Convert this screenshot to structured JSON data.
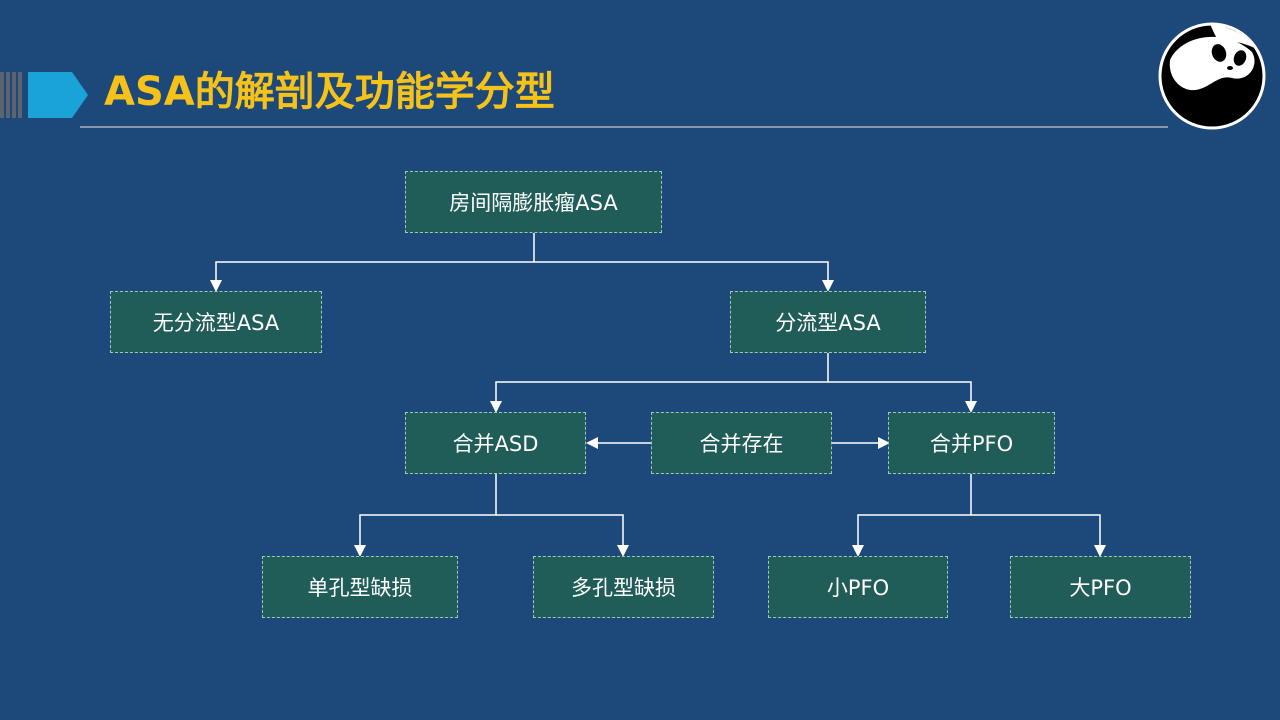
{
  "slide": {
    "title": "ASA的解剖及功能学分型",
    "accent_color": "#f6c21a",
    "background_color": "#1d497a",
    "logo_icon": "panda-yin-yang-logo"
  },
  "diagram": {
    "nodes": {
      "root": "房间隔膨胀瘤ASA",
      "no_shunt": "无分流型ASA",
      "shunt": "分流型ASA",
      "combined_asd": "合并ASD",
      "combined_both": "合并存在",
      "combined_pfo": "合并PFO",
      "single_hole": "单孔型缺损",
      "multi_hole": "多孔型缺损",
      "small_pfo": "小PFO",
      "large_pfo": "大PFO"
    },
    "edges": [
      [
        "root",
        "no_shunt"
      ],
      [
        "root",
        "shunt"
      ],
      [
        "shunt",
        "combined_asd"
      ],
      [
        "shunt",
        "combined_pfo"
      ],
      [
        "combined_both",
        "combined_asd"
      ],
      [
        "combined_both",
        "combined_pfo"
      ],
      [
        "combined_asd",
        "single_hole"
      ],
      [
        "combined_asd",
        "multi_hole"
      ],
      [
        "combined_pfo",
        "small_pfo"
      ],
      [
        "combined_pfo",
        "large_pfo"
      ]
    ]
  }
}
